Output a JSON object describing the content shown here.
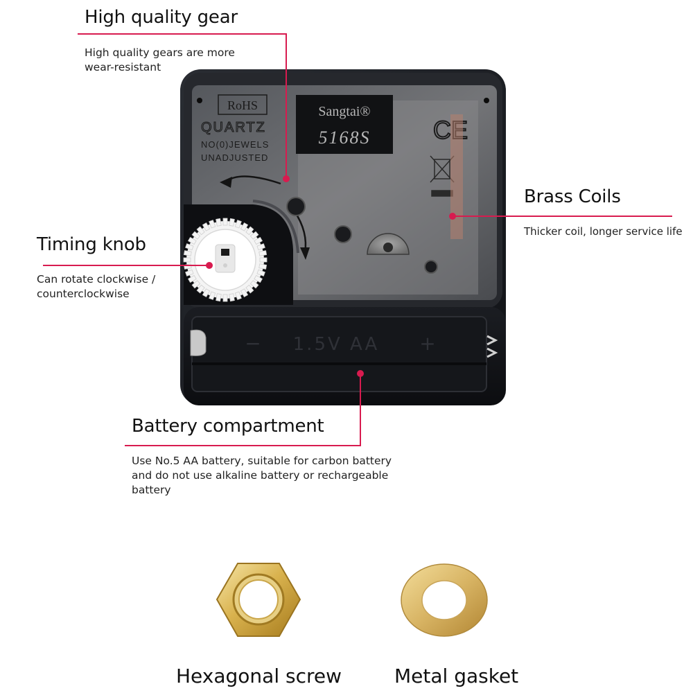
{
  "accent_color": "#d81b4f",
  "annotations": {
    "gear": {
      "title": "High quality gear",
      "description_lines": [
        "High quality gears are more",
        "wear-resistant"
      ]
    },
    "coils": {
      "title": "Brass Coils",
      "description_lines": [
        "Thicker coil, longer service life"
      ]
    },
    "knob": {
      "title": "Timing knob",
      "description_lines": [
        "Can rotate clockwise /",
        "counterclockwise"
      ]
    },
    "battery": {
      "title": "Battery compartment",
      "description_lines": [
        "Use No.5 AA battery, suitable for carbon battery",
        "and do not use alkaline battery or rechargeable",
        "battery"
      ]
    }
  },
  "movement_markings": {
    "rohs": "RoHS",
    "quartz": "QUARTZ",
    "jewels": "NO(0)JEWELS",
    "unadjusted": "UNADJUSTED",
    "brand": "Sangtai®",
    "model": "5168S",
    "ce": "CE",
    "battery_minus": "−",
    "battery_label": "1.5V AA",
    "battery_plus": "+"
  },
  "accessories": {
    "hex_nut": {
      "label": "Hexagonal screw"
    },
    "gasket": {
      "label": "Metal gasket"
    }
  }
}
